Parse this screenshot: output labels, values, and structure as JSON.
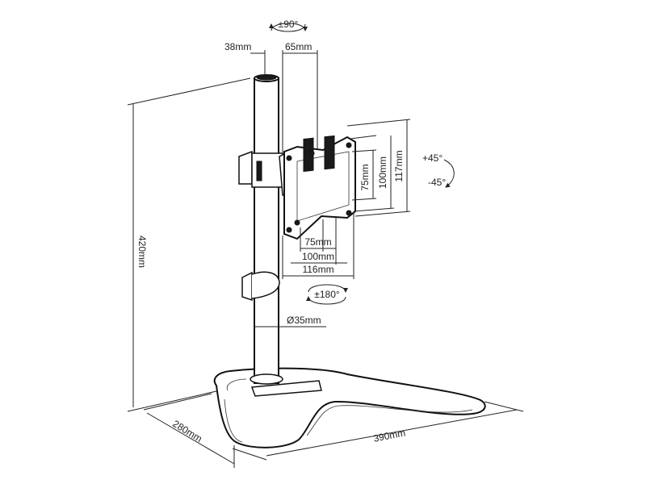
{
  "diagram": {
    "rotations": {
      "swivel": "±90°",
      "rotate": "±180°",
      "tilt_up": "+45°",
      "tilt_down": "-45°"
    },
    "dimensions": {
      "pole_offset": "38mm",
      "plate_offset": "65mm",
      "height": "420mm",
      "pole_diameter": "Ø35mm",
      "base_depth": "280mm",
      "base_width": "390mm",
      "vesa_w_small": "75mm",
      "vesa_w_large": "100mm",
      "plate_width": "116mm",
      "vesa_h_small": "75mm",
      "vesa_h_large": "100mm",
      "plate_height": "117mm"
    }
  }
}
